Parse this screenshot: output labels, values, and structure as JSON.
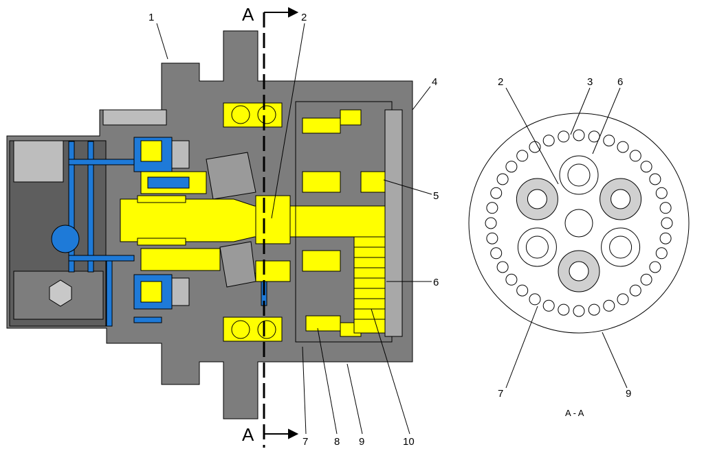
{
  "colors": {
    "housing": "#7d7d7d",
    "housing_dark": "#5e5e5e",
    "part_yellow": "#ffff00",
    "oil_blue": "#1e7ad8",
    "outline": "#000000",
    "background": "#ffffff"
  },
  "section": {
    "letter_top": "A",
    "letter_bottom": "A",
    "caption": "A - A"
  },
  "main_view": {
    "callouts": {
      "c1": "1",
      "c2": "2",
      "c4": "4",
      "c5": "5",
      "c6": "6",
      "c7": "7",
      "c8": "8",
      "c9": "9",
      "c10": "10"
    }
  },
  "section_view": {
    "callouts": {
      "c2": "2",
      "c3": "3",
      "c6": "6",
      "c7": "7",
      "c9": "9"
    }
  }
}
